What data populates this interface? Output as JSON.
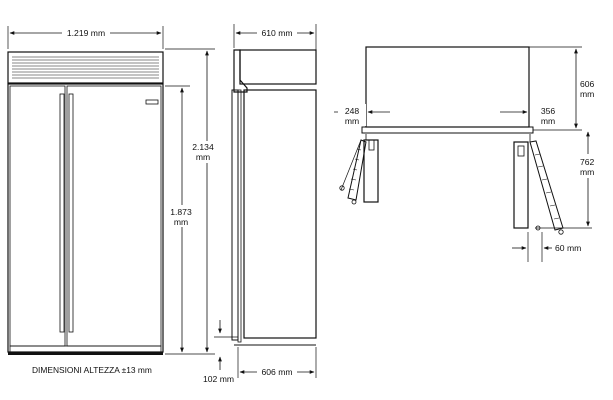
{
  "front": {
    "width": "1.219 mm",
    "total_height_value": "2.134",
    "total_height_unit": "mm",
    "door_height_value": "1.873",
    "door_height_unit": "mm"
  },
  "side": {
    "depth_top": "610 mm",
    "toe_kick": "102 mm",
    "depth_bottom": "606 mm"
  },
  "plan": {
    "cabinet_depth_value": "606",
    "cabinet_depth_unit": "mm",
    "left_door_value": "248",
    "left_door_unit": "mm",
    "right_door_value": "356",
    "right_door_unit": "mm",
    "door_swing_value": "762",
    "door_swing_unit": "mm",
    "handle_clearance": "60 mm"
  },
  "note": "DIMENSIONI ALTEZZA ±13 mm"
}
